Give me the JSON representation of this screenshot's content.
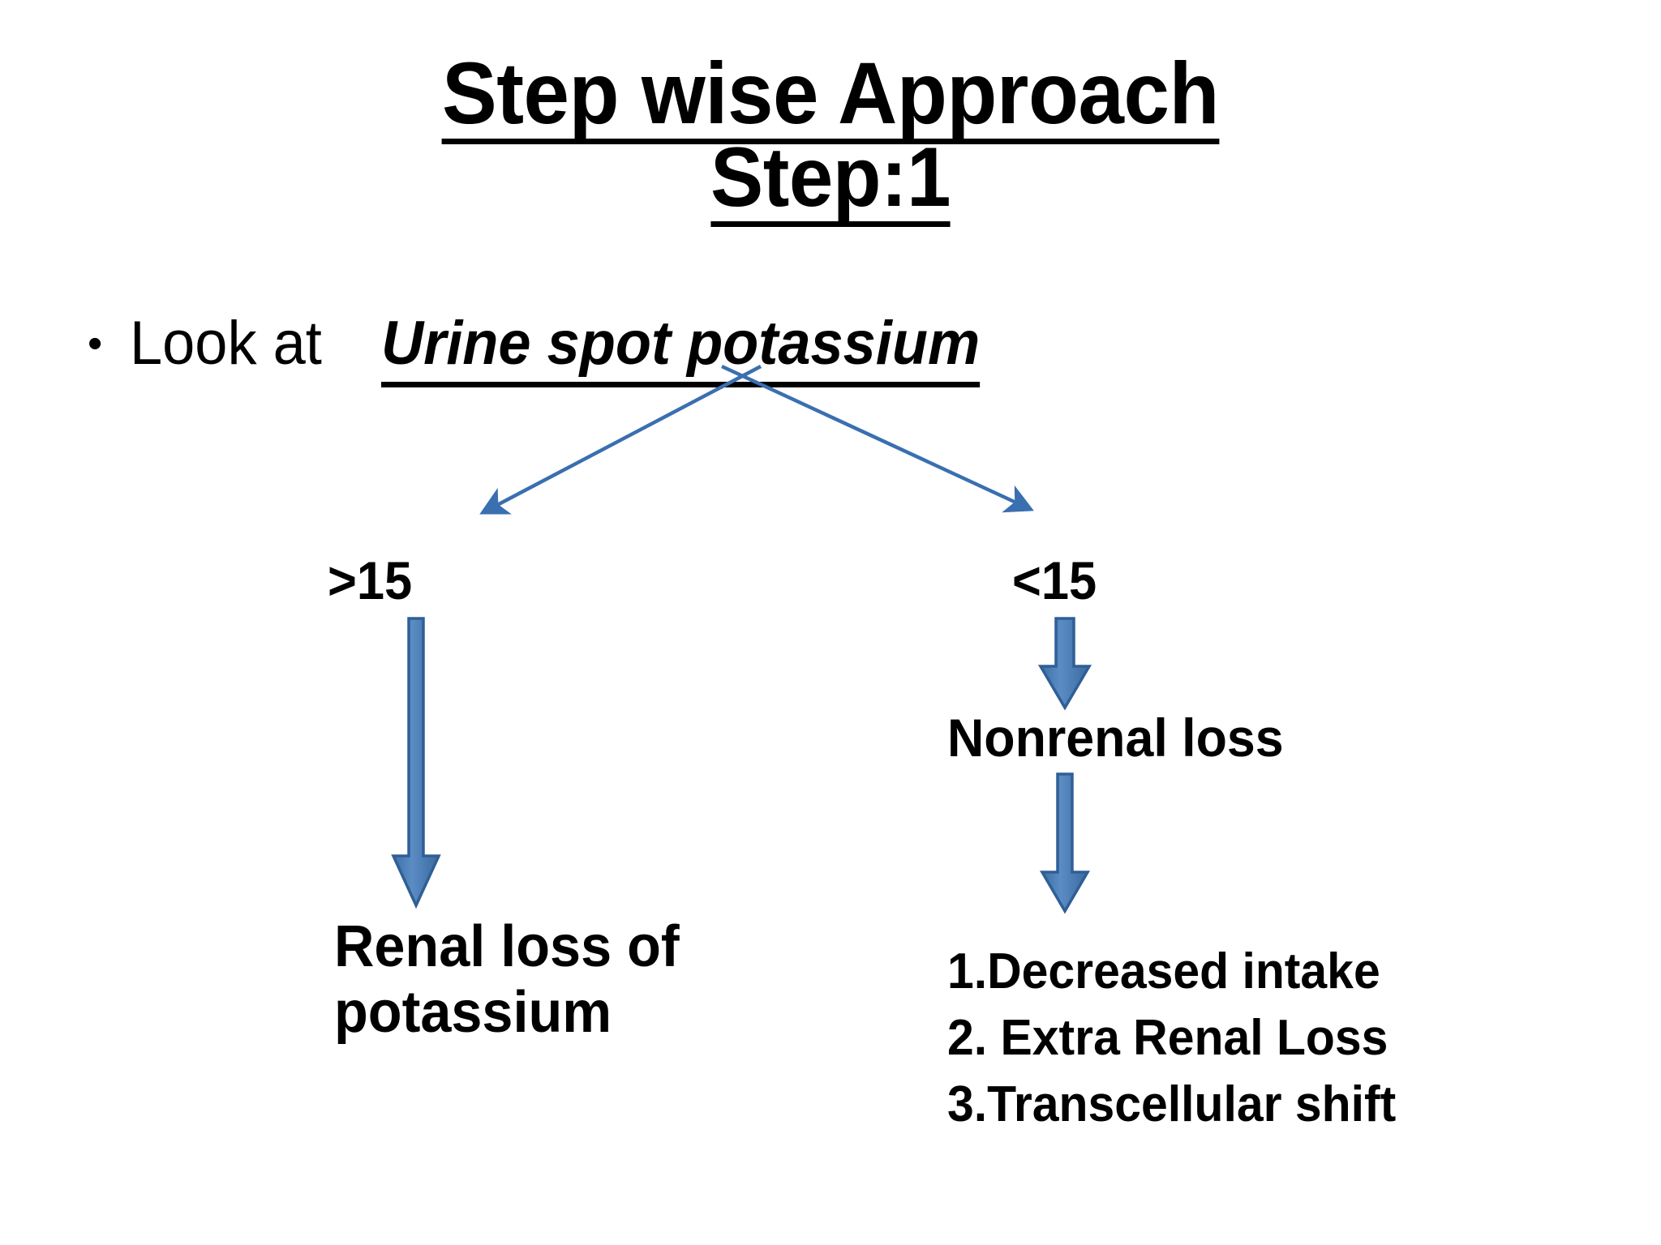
{
  "slide": {
    "background_color": "#ffffff",
    "text_color": "#000000",
    "accent_color": "#4E81BD",
    "accent_border_color": "#2F5F95",
    "connector_color": "#3A6FB0"
  },
  "title": {
    "main": "Step wise Approach",
    "sub": "Step:1"
  },
  "bullet": {
    "marker": "•",
    "lead_text": "Look at",
    "emphasis_text": "Urine spot potassium"
  },
  "branches": {
    "left": {
      "threshold_label": ">15",
      "outcome_line_1": "Renal loss of",
      "outcome_line_2": "potassium"
    },
    "right": {
      "threshold_label": "<15",
      "intermediate_label": "Nonrenal loss",
      "causes": [
        "1.Decreased intake",
        "2. Extra Renal Loss",
        "3.Transcellular shift"
      ]
    }
  },
  "icons": {
    "split_arrow_left": "arrow-down-left-icon",
    "split_arrow_right": "arrow-down-right-icon",
    "block_arrow_down": "block-arrow-down-icon"
  }
}
